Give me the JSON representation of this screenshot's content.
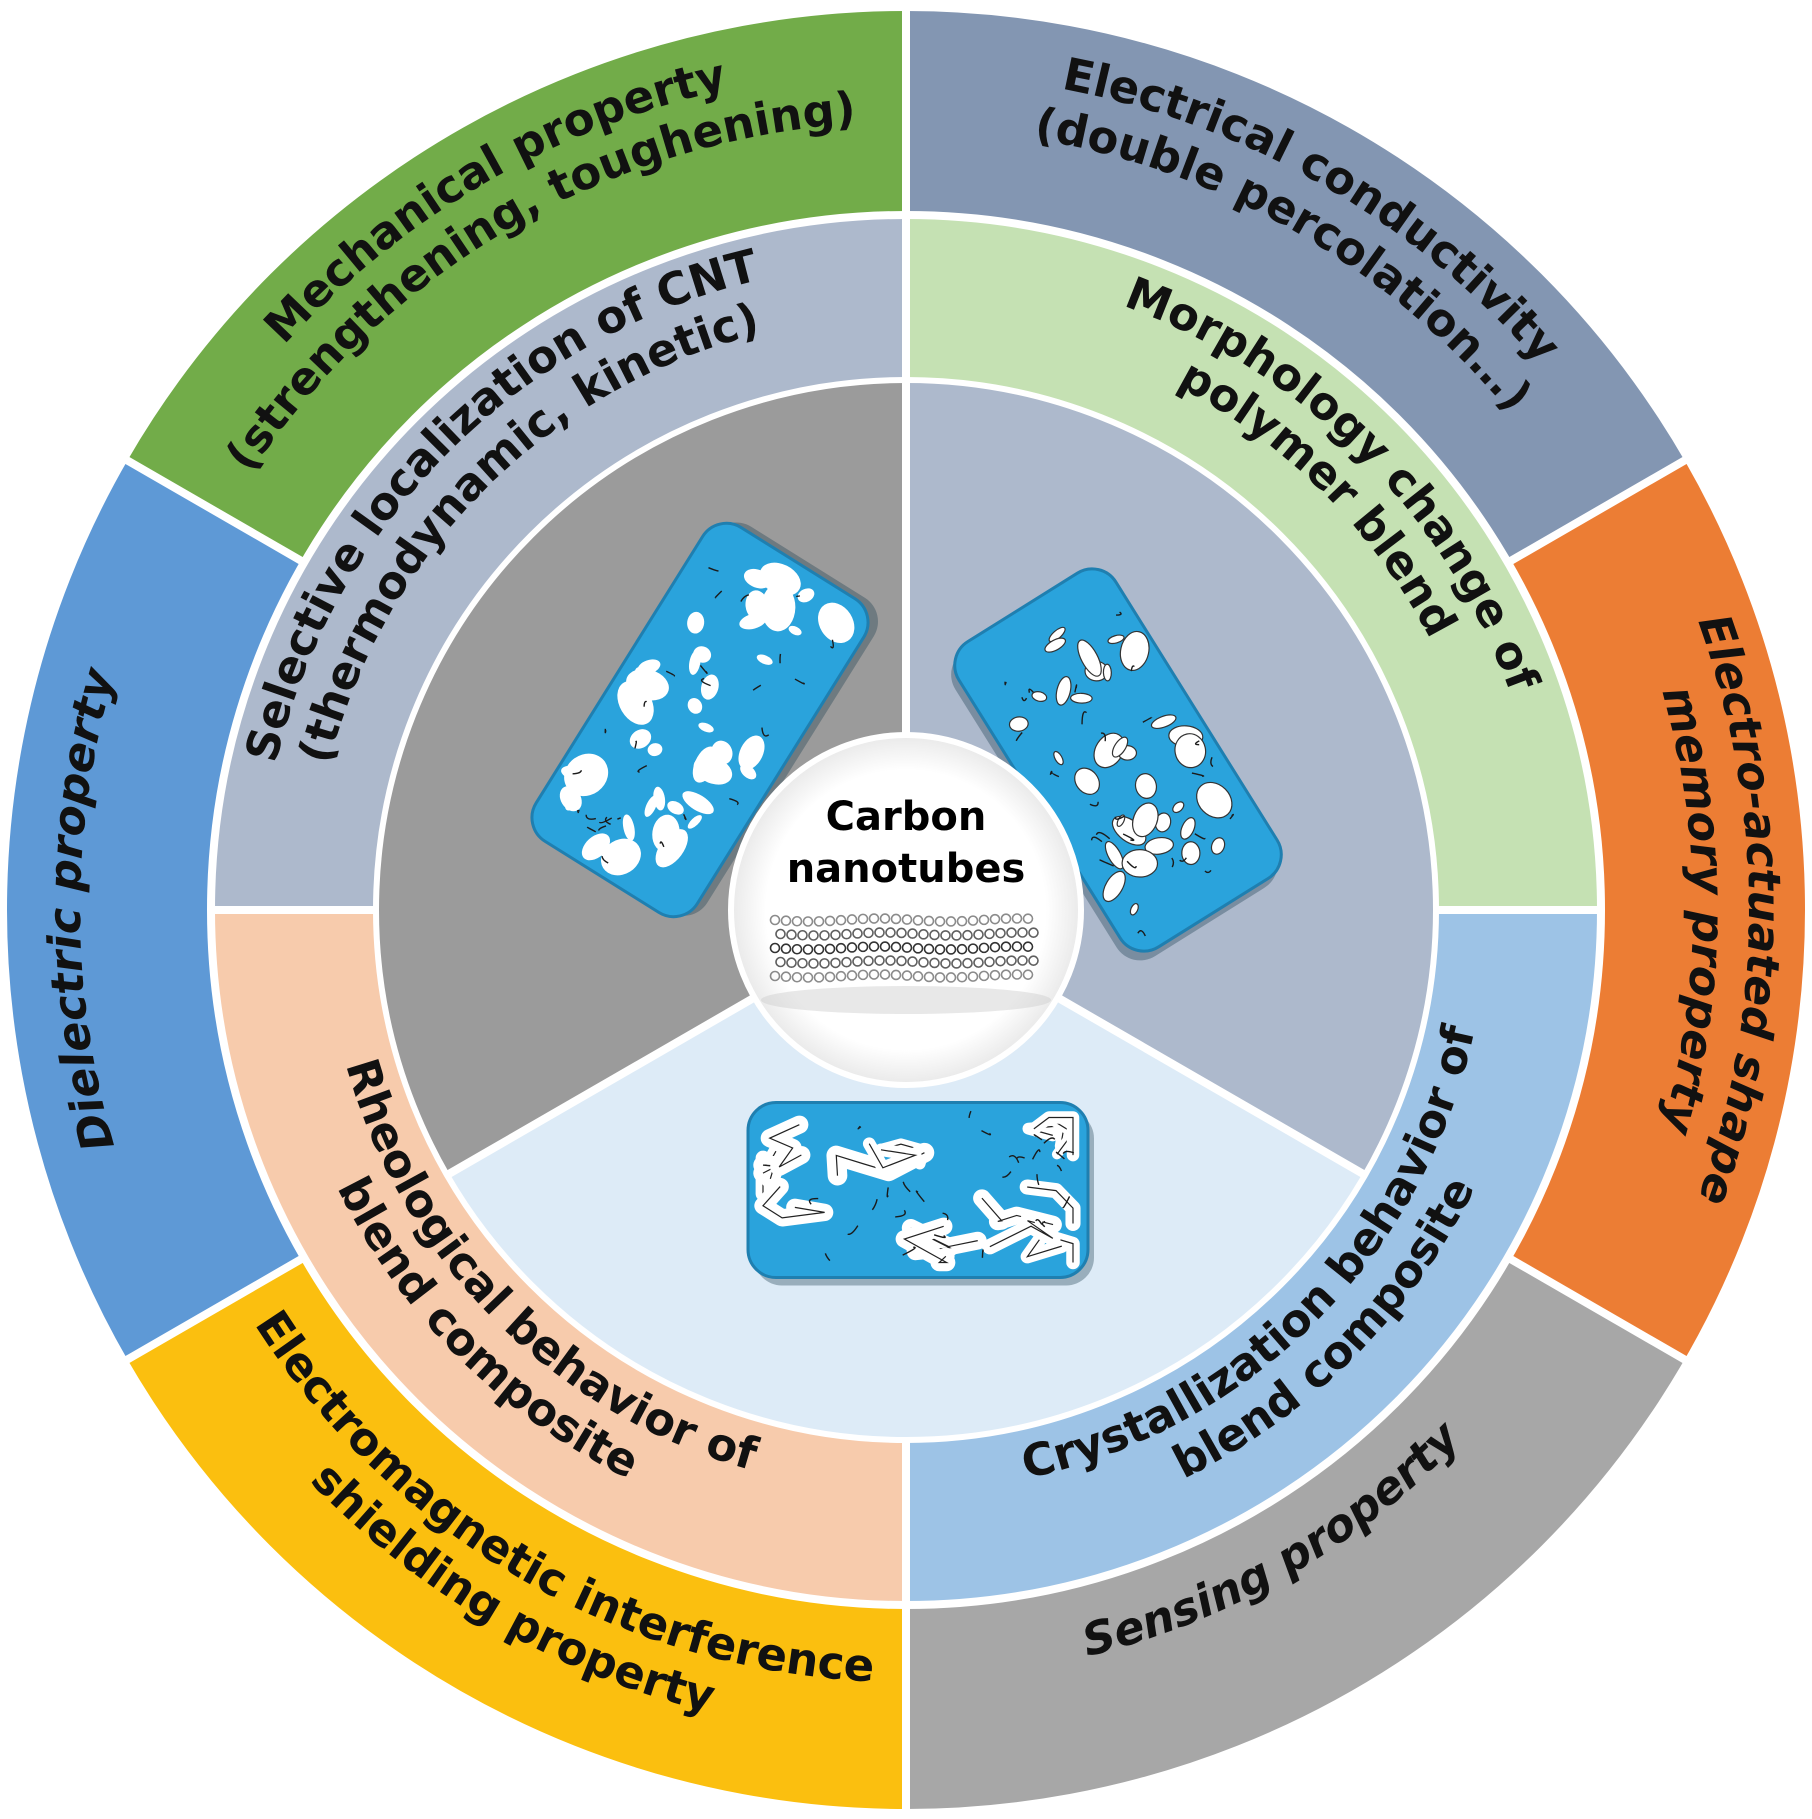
{
  "outer_ring": [
    {
      "key": "mechanical",
      "lines": [
        "Mechanical property",
        "(strengthening, toughening)"
      ],
      "color": "#72ac49",
      "italic": false
    },
    {
      "key": "electrical",
      "lines": [
        "Electrical conductivity",
        "(double percolation…)"
      ],
      "color": "#8396b2",
      "italic": false
    },
    {
      "key": "electro_actuated",
      "lines": [
        "Electro-actuated shape",
        "memory property"
      ],
      "color": "#ec7d34",
      "italic": true
    },
    {
      "key": "sensing",
      "lines": [
        "Sensing property"
      ],
      "color": "#a7a7a7",
      "italic": true
    },
    {
      "key": "emi",
      "lines": [
        "Electromagnetic interference",
        "shielding property"
      ],
      "color": "#fbbf0f",
      "italic": false
    },
    {
      "key": "dielectric",
      "lines": [
        "Dielectric property"
      ],
      "color": "#5e99d6",
      "italic": true
    }
  ],
  "middle_ring": [
    {
      "key": "selective",
      "lines": [
        "Selective localization of CNT",
        "(thermodynamic, kinetic)"
      ],
      "color": "#adb9cc"
    },
    {
      "key": "morphology",
      "lines": [
        "Morphology change of",
        "polymer blend"
      ],
      "color": "#c5e1b3"
    },
    {
      "key": "crystallization",
      "lines": [
        "Crystallization behavior of",
        "blend composite"
      ],
      "color": "#9dc3e6"
    },
    {
      "key": "rheological",
      "lines": [
        "Rheological behavior of",
        "blend composite"
      ],
      "color": "#f7cbac"
    }
  ],
  "inner_ring": {
    "colors": [
      "#9b9b9b",
      "#adb9cc",
      "#ddebf7"
    ]
  },
  "center": {
    "lines": [
      "Carbon",
      "nanotubes"
    ],
    "color": "#e11c1c"
  },
  "micrograph": {
    "matrix_color": "#2aa3dc",
    "phase_color": "#ffffff"
  }
}
